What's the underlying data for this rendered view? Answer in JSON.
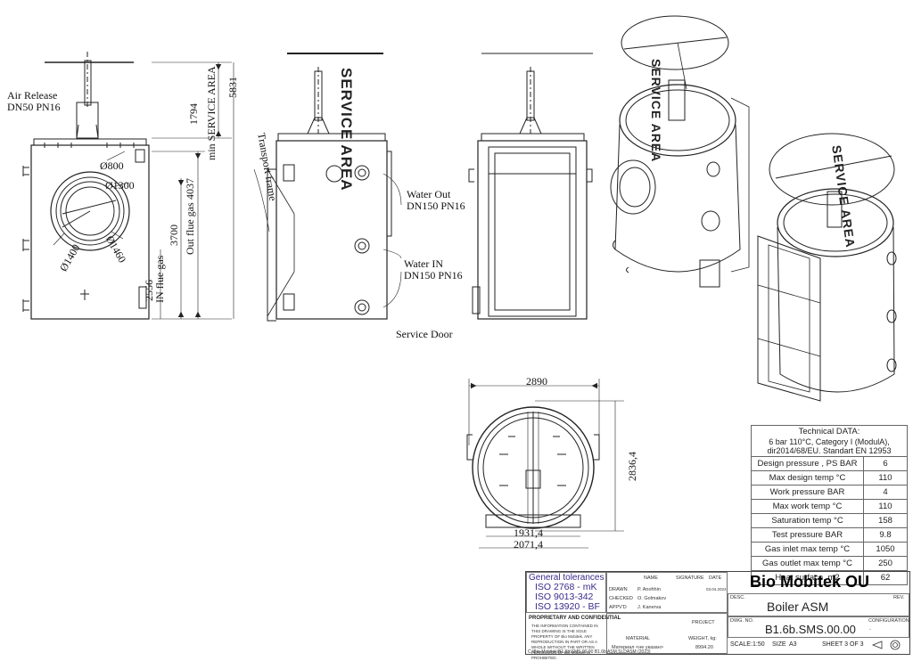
{
  "labels": {
    "air_release": "Air Release",
    "air_release_spec": "DN50 PN16",
    "transport_frame": "Transport frame",
    "water_out": "Water Out",
    "water_out_spec": "DN150 PN16",
    "water_in": "Water IN",
    "water_in_spec": "DN150 PN16",
    "service_door": "Service Door",
    "service_area": "SERVICE AREA",
    "in_flue_gas": "IN flue gas",
    "out_flue_gas": "Out flue gas",
    "min_service_area": "min SERVICE AREA"
  },
  "dimensions": {
    "d800": "Ø800",
    "d1300": "Ø1300",
    "d1400": "Ø1400",
    "d1460": "Ø1460",
    "h1794": "1794",
    "h5831": "5831",
    "h4037": "4037",
    "h3700": "3700",
    "h2556": "2556",
    "w2890": "2890",
    "h2836": "2836,4",
    "w1931": "1931,4",
    "w2071": "2071,4"
  },
  "technical_data": {
    "title": "Technical DATA:",
    "subtitle": "6 bar 110°C, Category I (ModulA), dir2014/68/EU. Standart EN 12953",
    "rows": [
      {
        "label": "Design pressure , PS BAR",
        "value": "6"
      },
      {
        "label": "Max design temp °C",
        "value": "110"
      },
      {
        "label": "Work pressure BAR",
        "value": "4"
      },
      {
        "label": "Max work temp °C",
        "value": "110"
      },
      {
        "label": "Saturation temp °C",
        "value": "158"
      },
      {
        "label": "Test pressure BAR",
        "value": "9.8"
      },
      {
        "label": "Gas inlet max temp °C",
        "value": "1050"
      },
      {
        "label": "Gas outlet max temp °C",
        "value": "250"
      },
      {
        "label": "Heat surface, m2",
        "value": "62"
      }
    ]
  },
  "title_block": {
    "general_tolerances": "General tolerances",
    "tol1": "ISO 2768 - mK",
    "tol2": "ISO 9013-342",
    "tol3": "ISO 13920 - BF",
    "proprietary": "PROPRIETARY AND CONFIDENTIAL",
    "proprietary_text": "THE INFORMATION CONTAINED IN THIS DRAWING IS THE SOLE PROPERTY OF Bio Mobitek. ANY REPRODUCTION IN PART OR AS A WHOLE WITHOUT THE WRITTEN PERMISSION OF Bio Mobitek IS PROHIBITED.",
    "name_hdr": "NAME",
    "signature_hdr": "SIGNATURE",
    "date_hdr": "DATE",
    "drawn": "DRAWN",
    "drawn_name": "P. Anohhin",
    "drawn_date": "03.04.2023",
    "checked": "CHECKED",
    "checked_name": "O. Golmakov",
    "appvd": "APPV'D",
    "appvd_name": "J. Kanerva",
    "project": "PROJECT",
    "material": "MATERIAL",
    "material_value": "Материал <не указан>",
    "weight": "WEIGHT, kg:",
    "weight_value": "8994.20",
    "company": "Bio Mobitek OU",
    "desc_hdr": "DESC.",
    "rev_hdr": "REV.",
    "description": "Boiler ASM",
    "dwg_no_hdr": "DWG. NO.",
    "dwg_no": "B1.6b.SMS.00.00",
    "configuration_hdr": "CONFIGURATION",
    "configuration": "-",
    "scale_hdr": "SCALE:",
    "scale": "1:50",
    "size_hdr": "SIZE",
    "size": "A3",
    "sheet": "SHEET 3 OF 3"
  },
  "file_path": "C:\\Bio-Mobitek\\B1.6b\\SMS.00.00 B1.6b ASM.SLDASM (2023)"
}
